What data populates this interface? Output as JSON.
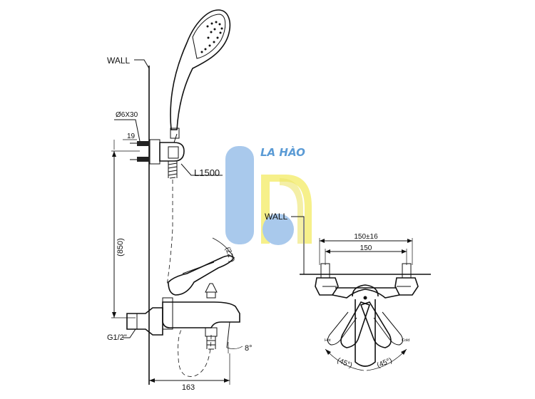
{
  "labels": {
    "wall_left": "WALL",
    "wall_right": "WALL",
    "screw": "Ø6X30",
    "offset_19": "19",
    "hose_length": "L1500",
    "height_850": "(850)",
    "lever_angle": "(22°)",
    "inlet_thread": "G1/2\"",
    "spout_angle": "8°",
    "depth_163": "163",
    "centers_range": "150±16",
    "centers": "150",
    "hot": "Hot",
    "cold": "Cold",
    "angle_left": "(45°)",
    "angle_right": "(45°)"
  },
  "watermark": {
    "text": "LA HÀO",
    "colors": {
      "blue": "#a9c9ec",
      "yellow": "#f6f08a",
      "text": "#5b9bd5"
    }
  }
}
